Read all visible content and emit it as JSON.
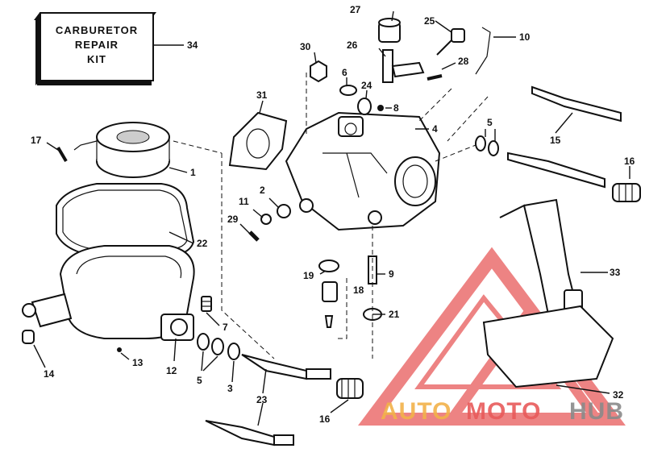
{
  "kit_label": [
    "CARBURETOR",
    "REPAIR",
    "KIT"
  ],
  "part_numbers": [
    "34",
    "27",
    "25",
    "10",
    "30",
    "26",
    "28",
    "6",
    "24",
    "8",
    "31",
    "4",
    "5",
    "15",
    "17",
    "1",
    "2",
    "11",
    "29",
    "22",
    "16",
    "19",
    "9",
    "18",
    "21",
    "33",
    "7",
    "13",
    "12",
    "14",
    "5",
    "3",
    "23",
    "16",
    "32"
  ],
  "watermark": {
    "part1": "AUTO",
    "part2": "MOTO",
    "part3": "HUB"
  },
  "colors": {
    "line": "#111111",
    "watermark_red": "#e85a5a",
    "watermark_yellow": "#f2b24a",
    "watermark_gray": "#8a8a8a"
  }
}
